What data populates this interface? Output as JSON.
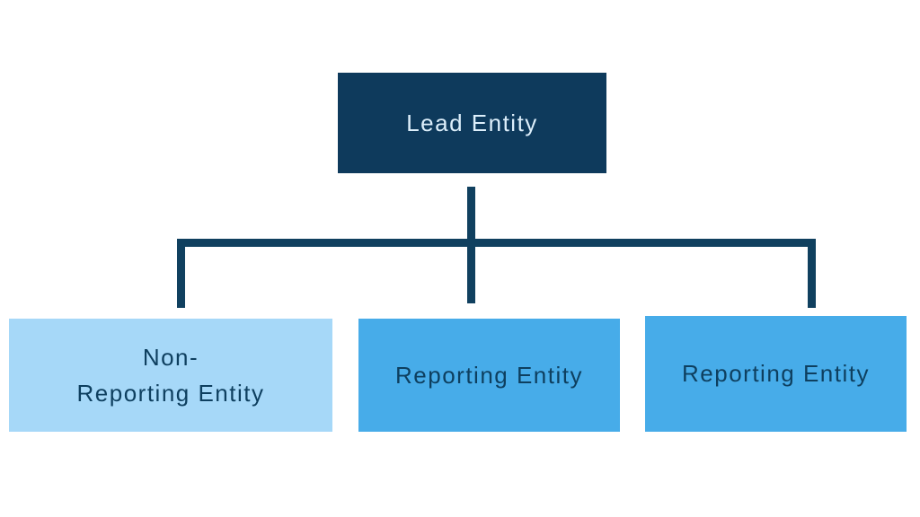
{
  "diagram": {
    "title": "Entity hierarchy diagram",
    "colors": {
      "background": "#ffffff",
      "connector": "#10405f",
      "lead_bg": "#0e3a5c",
      "lead_text": "#ddeffb",
      "non_reporting_bg": "#a6d8f8",
      "reporting_bg": "#47ace9",
      "child_text": "#0e3f5f"
    },
    "nodes": {
      "lead": {
        "label": "Lead Entity"
      },
      "non_reporting": {
        "label_line1": "Non-",
        "label_line2": "Reporting Entity"
      },
      "reporting_1": {
        "label": "Reporting Entity"
      },
      "reporting_2": {
        "label": "Reporting Entity"
      }
    }
  }
}
